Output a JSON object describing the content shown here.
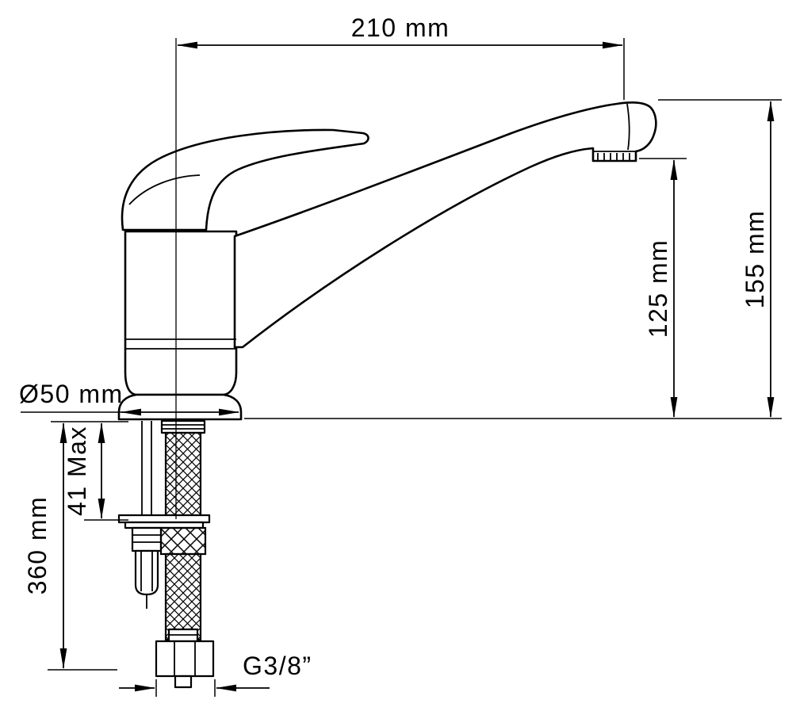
{
  "drawing": {
    "colors": {
      "line": "#000000",
      "background": "#ffffff"
    },
    "labels": {
      "spout_reach": "210 mm",
      "overall_height": "155 mm",
      "spout_outlet_height": "125 mm",
      "base_diameter": "Ø50 mm",
      "max_deck_thickness": "41 Max",
      "hose_length": "360 mm",
      "connection_thread": "G3/8”"
    }
  }
}
